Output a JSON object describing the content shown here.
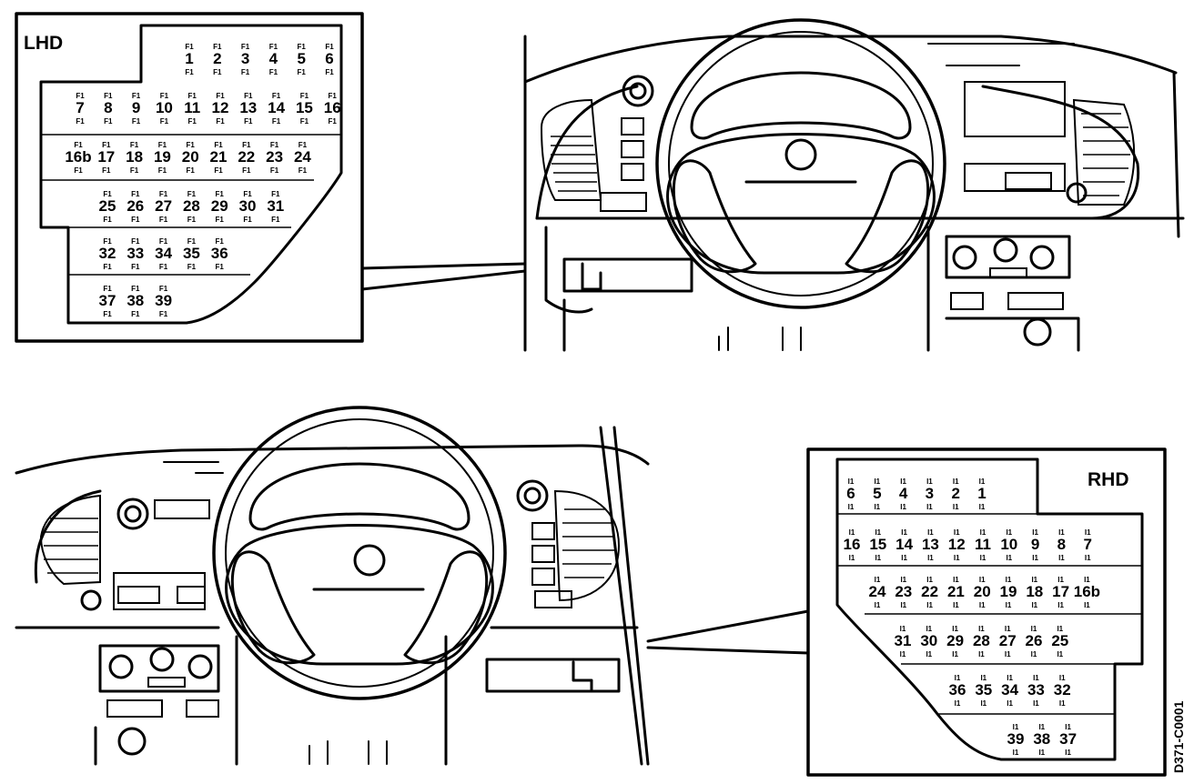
{
  "lhd_panel": {
    "title": "LHD",
    "fuse_tick": "F1",
    "rows": [
      [
        "1",
        "2",
        "3",
        "4",
        "5",
        "6"
      ],
      [
        "7",
        "8",
        "9",
        "10",
        "11",
        "12",
        "13",
        "14",
        "15",
        "16"
      ],
      [
        "16b",
        "17",
        "18",
        "19",
        "20",
        "21",
        "22",
        "23",
        "24"
      ],
      [
        "25",
        "26",
        "27",
        "28",
        "29",
        "30",
        "31"
      ],
      [
        "32",
        "33",
        "34",
        "35",
        "36"
      ],
      [
        "37",
        "38",
        "39"
      ]
    ]
  },
  "rhd_panel": {
    "title": "RHD",
    "fuse_tick": "I1",
    "rows": [
      [
        "6",
        "5",
        "4",
        "3",
        "2",
        "1"
      ],
      [
        "16",
        "15",
        "14",
        "13",
        "12",
        "11",
        "10",
        "9",
        "8",
        "7"
      ],
      [
        "24",
        "23",
        "22",
        "21",
        "20",
        "19",
        "18",
        "17",
        "16b"
      ],
      [
        "31",
        "30",
        "29",
        "28",
        "27",
        "26",
        "25"
      ],
      [
        "36",
        "35",
        "34",
        "33",
        "32"
      ],
      [
        "39",
        "38",
        "37"
      ]
    ]
  },
  "figure_code": "D371-C0001"
}
